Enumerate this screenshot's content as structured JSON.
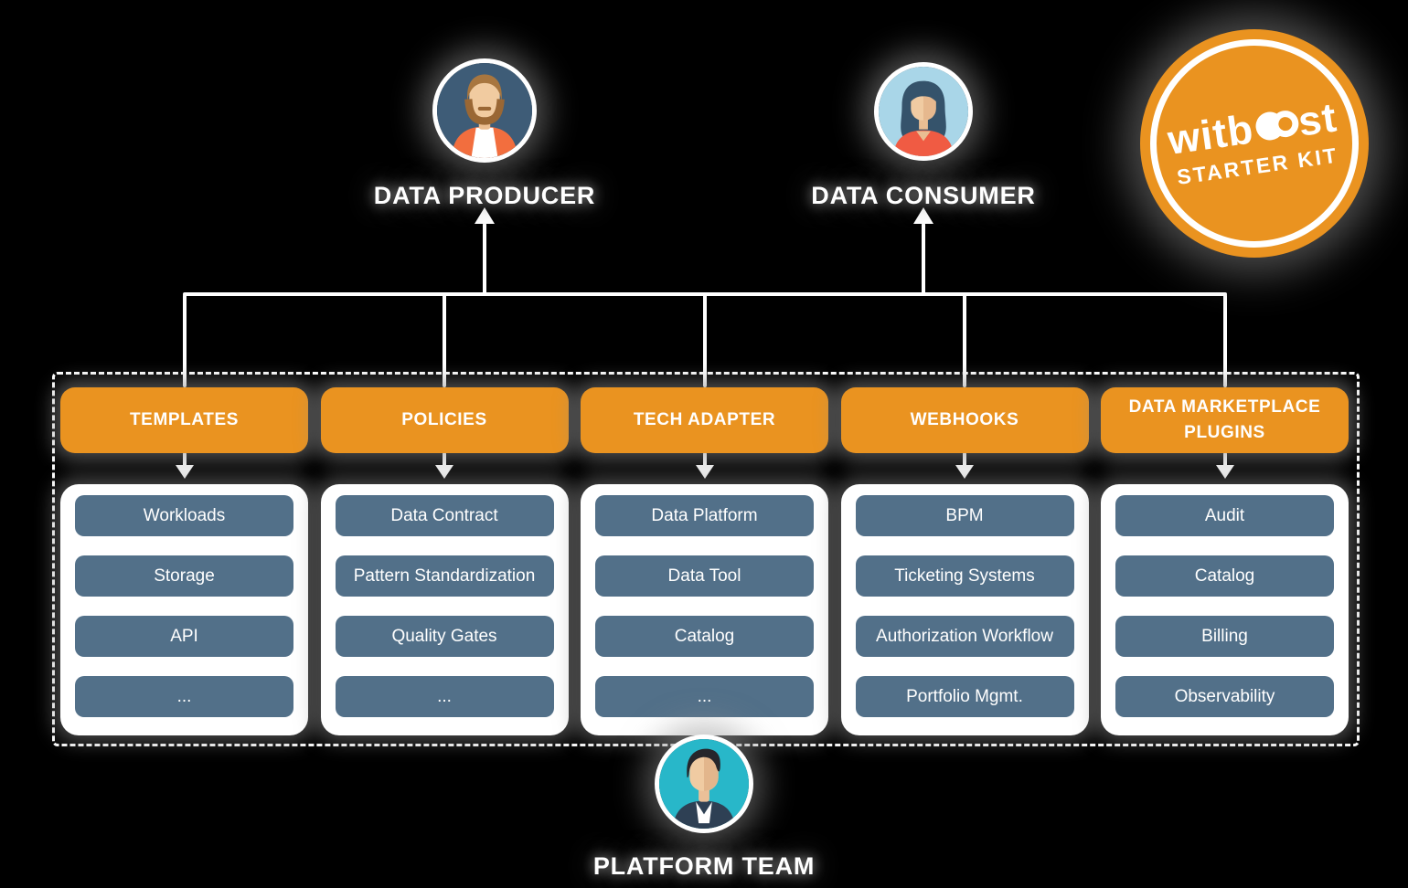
{
  "actors": {
    "producer": {
      "label": "DATA PRODUCER"
    },
    "consumer": {
      "label": "DATA CONSUMER"
    },
    "platform": {
      "label": "PLATFORM TEAM"
    }
  },
  "badge": {
    "brand_start": "witb",
    "brand_end": "st",
    "subtitle": "STARTER KIT"
  },
  "columns": [
    {
      "header": "TEMPLATES",
      "items": [
        "Workloads",
        "Storage",
        "API",
        "..."
      ]
    },
    {
      "header": "POLICIES",
      "items": [
        "Data Contract",
        "Pattern Standardization",
        "Quality Gates",
        "..."
      ]
    },
    {
      "header": "TECH ADAPTER",
      "items": [
        "Data Platform",
        "Data Tool",
        "Catalog",
        "..."
      ]
    },
    {
      "header": "WEBHOOKS",
      "items": [
        "BPM",
        "Ticketing Systems",
        "Authorization Workflow",
        "Portfolio Mgmt."
      ]
    },
    {
      "header": "DATA MARKETPLACE PLUGINS",
      "items": [
        "Audit",
        "Catalog",
        "Billing",
        "Observability"
      ]
    }
  ],
  "colors": {
    "accent_orange": "#EA9320",
    "pill_slate": "#527089",
    "card_white": "#FFFFFF",
    "line_white": "#FFFFFF",
    "producer_bg": "#3E5C77",
    "consumer_bg": "#A9D6E8",
    "platform_bg": "#28B7C9"
  }
}
